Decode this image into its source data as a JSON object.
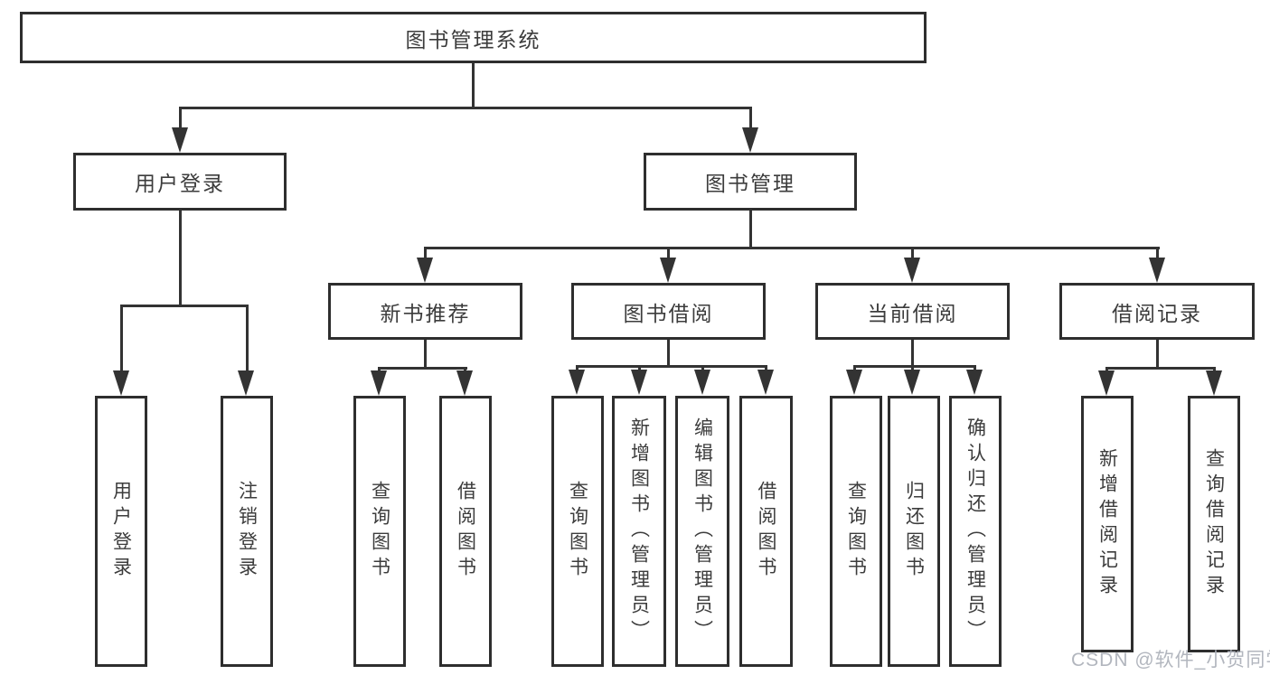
{
  "colors": {
    "line": "#333333",
    "box_border": "#2e2e2e",
    "text": "#3c3c3c",
    "watermark": "#abb0b8",
    "background": "#ffffff"
  },
  "watermark": "CSDN @软件_小贺同学",
  "tree": {
    "root": {
      "label": "图书管理系统"
    },
    "login": {
      "label": "用户登录",
      "children": [
        {
          "label": "用户登录"
        },
        {
          "label": "注销登录"
        }
      ]
    },
    "mgmt": {
      "label": "图书管理",
      "sections": [
        {
          "label": "新书推荐",
          "children": [
            {
              "label": "查询图书"
            },
            {
              "label": "借阅图书"
            }
          ]
        },
        {
          "label": "图书借阅",
          "children": [
            {
              "label": "查询图书"
            },
            {
              "label": "新增图书（管理员）"
            },
            {
              "label": "编辑图书（管理员）"
            },
            {
              "label": "借阅图书"
            }
          ]
        },
        {
          "label": "当前借阅",
          "children": [
            {
              "label": "查询图书"
            },
            {
              "label": "归还图书"
            },
            {
              "label": "确认归还（管理员）"
            }
          ]
        },
        {
          "label": "借阅记录",
          "children": [
            {
              "label": "新增借阅记录"
            },
            {
              "label": "查询借阅记录"
            }
          ]
        }
      ]
    }
  }
}
